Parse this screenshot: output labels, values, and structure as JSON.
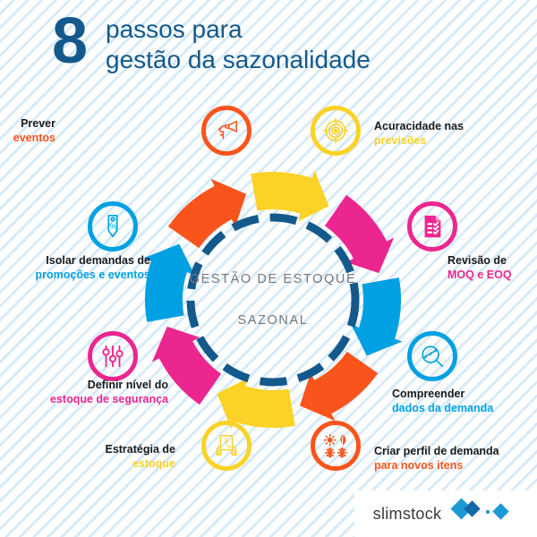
{
  "header": {
    "number": "8",
    "line1": "passos para",
    "line2": "gestão da sazonalidade",
    "color": "#14598C"
  },
  "center": {
    "line1": "GESTÃO DE ESTOQUE",
    "line2": "SAZONAL",
    "color": "#76787B",
    "ring_color": "#14598C"
  },
  "palette": {
    "orange": "#F9541C",
    "yellow": "#FBD226",
    "pink": "#EC268F",
    "light_blue": "#00A0E3",
    "dark_blue": "#14598C",
    "text_dark": "#1A1A1A",
    "stripe": "#D0E7F7"
  },
  "steps": [
    {
      "index": 1,
      "label_line1": "Prever",
      "label_line2": "eventos",
      "color": "#F9541C",
      "icon": "megaphone-hand-icon"
    },
    {
      "index": 2,
      "label_line1": "Acuracidade nas",
      "label_line2": "previsões",
      "color": "#FBD226",
      "icon": "target-bullseye-icon"
    },
    {
      "index": 3,
      "label_line1": "Revisão de",
      "label_line2": "MOQ e EOQ",
      "color": "#EC268F",
      "icon": "checklist-document-icon"
    },
    {
      "index": 4,
      "label_line1": "Compreender",
      "label_line2": "dados da demanda",
      "color": "#00A0E3",
      "icon": "magnifier-chart-icon"
    },
    {
      "index": 5,
      "label_line1": "Criar perfil de demanda",
      "label_line2": "para novos itens",
      "color": "#F9541C",
      "icon": "four-seasons-icon"
    },
    {
      "index": 6,
      "label_line1": "Estratégia de",
      "label_line2": "estoque",
      "color": "#FBD226",
      "icon": "hands-money-box-icon"
    },
    {
      "index": 7,
      "label_line1": "Definir nível do",
      "label_line2": "estoque de segurança",
      "color": "#EC268F",
      "icon": "sliders-equalizer-icon"
    },
    {
      "index": 8,
      "label_line1": "Isolar demandas de",
      "label_line2": "promoções e eventos",
      "color": "#00A0E3",
      "icon": "price-tag-percent-icon"
    }
  ],
  "footer": {
    "brand": "slimstock",
    "logo_color": "#1B9AD6",
    "logo_shape": "diamonds-icon"
  }
}
